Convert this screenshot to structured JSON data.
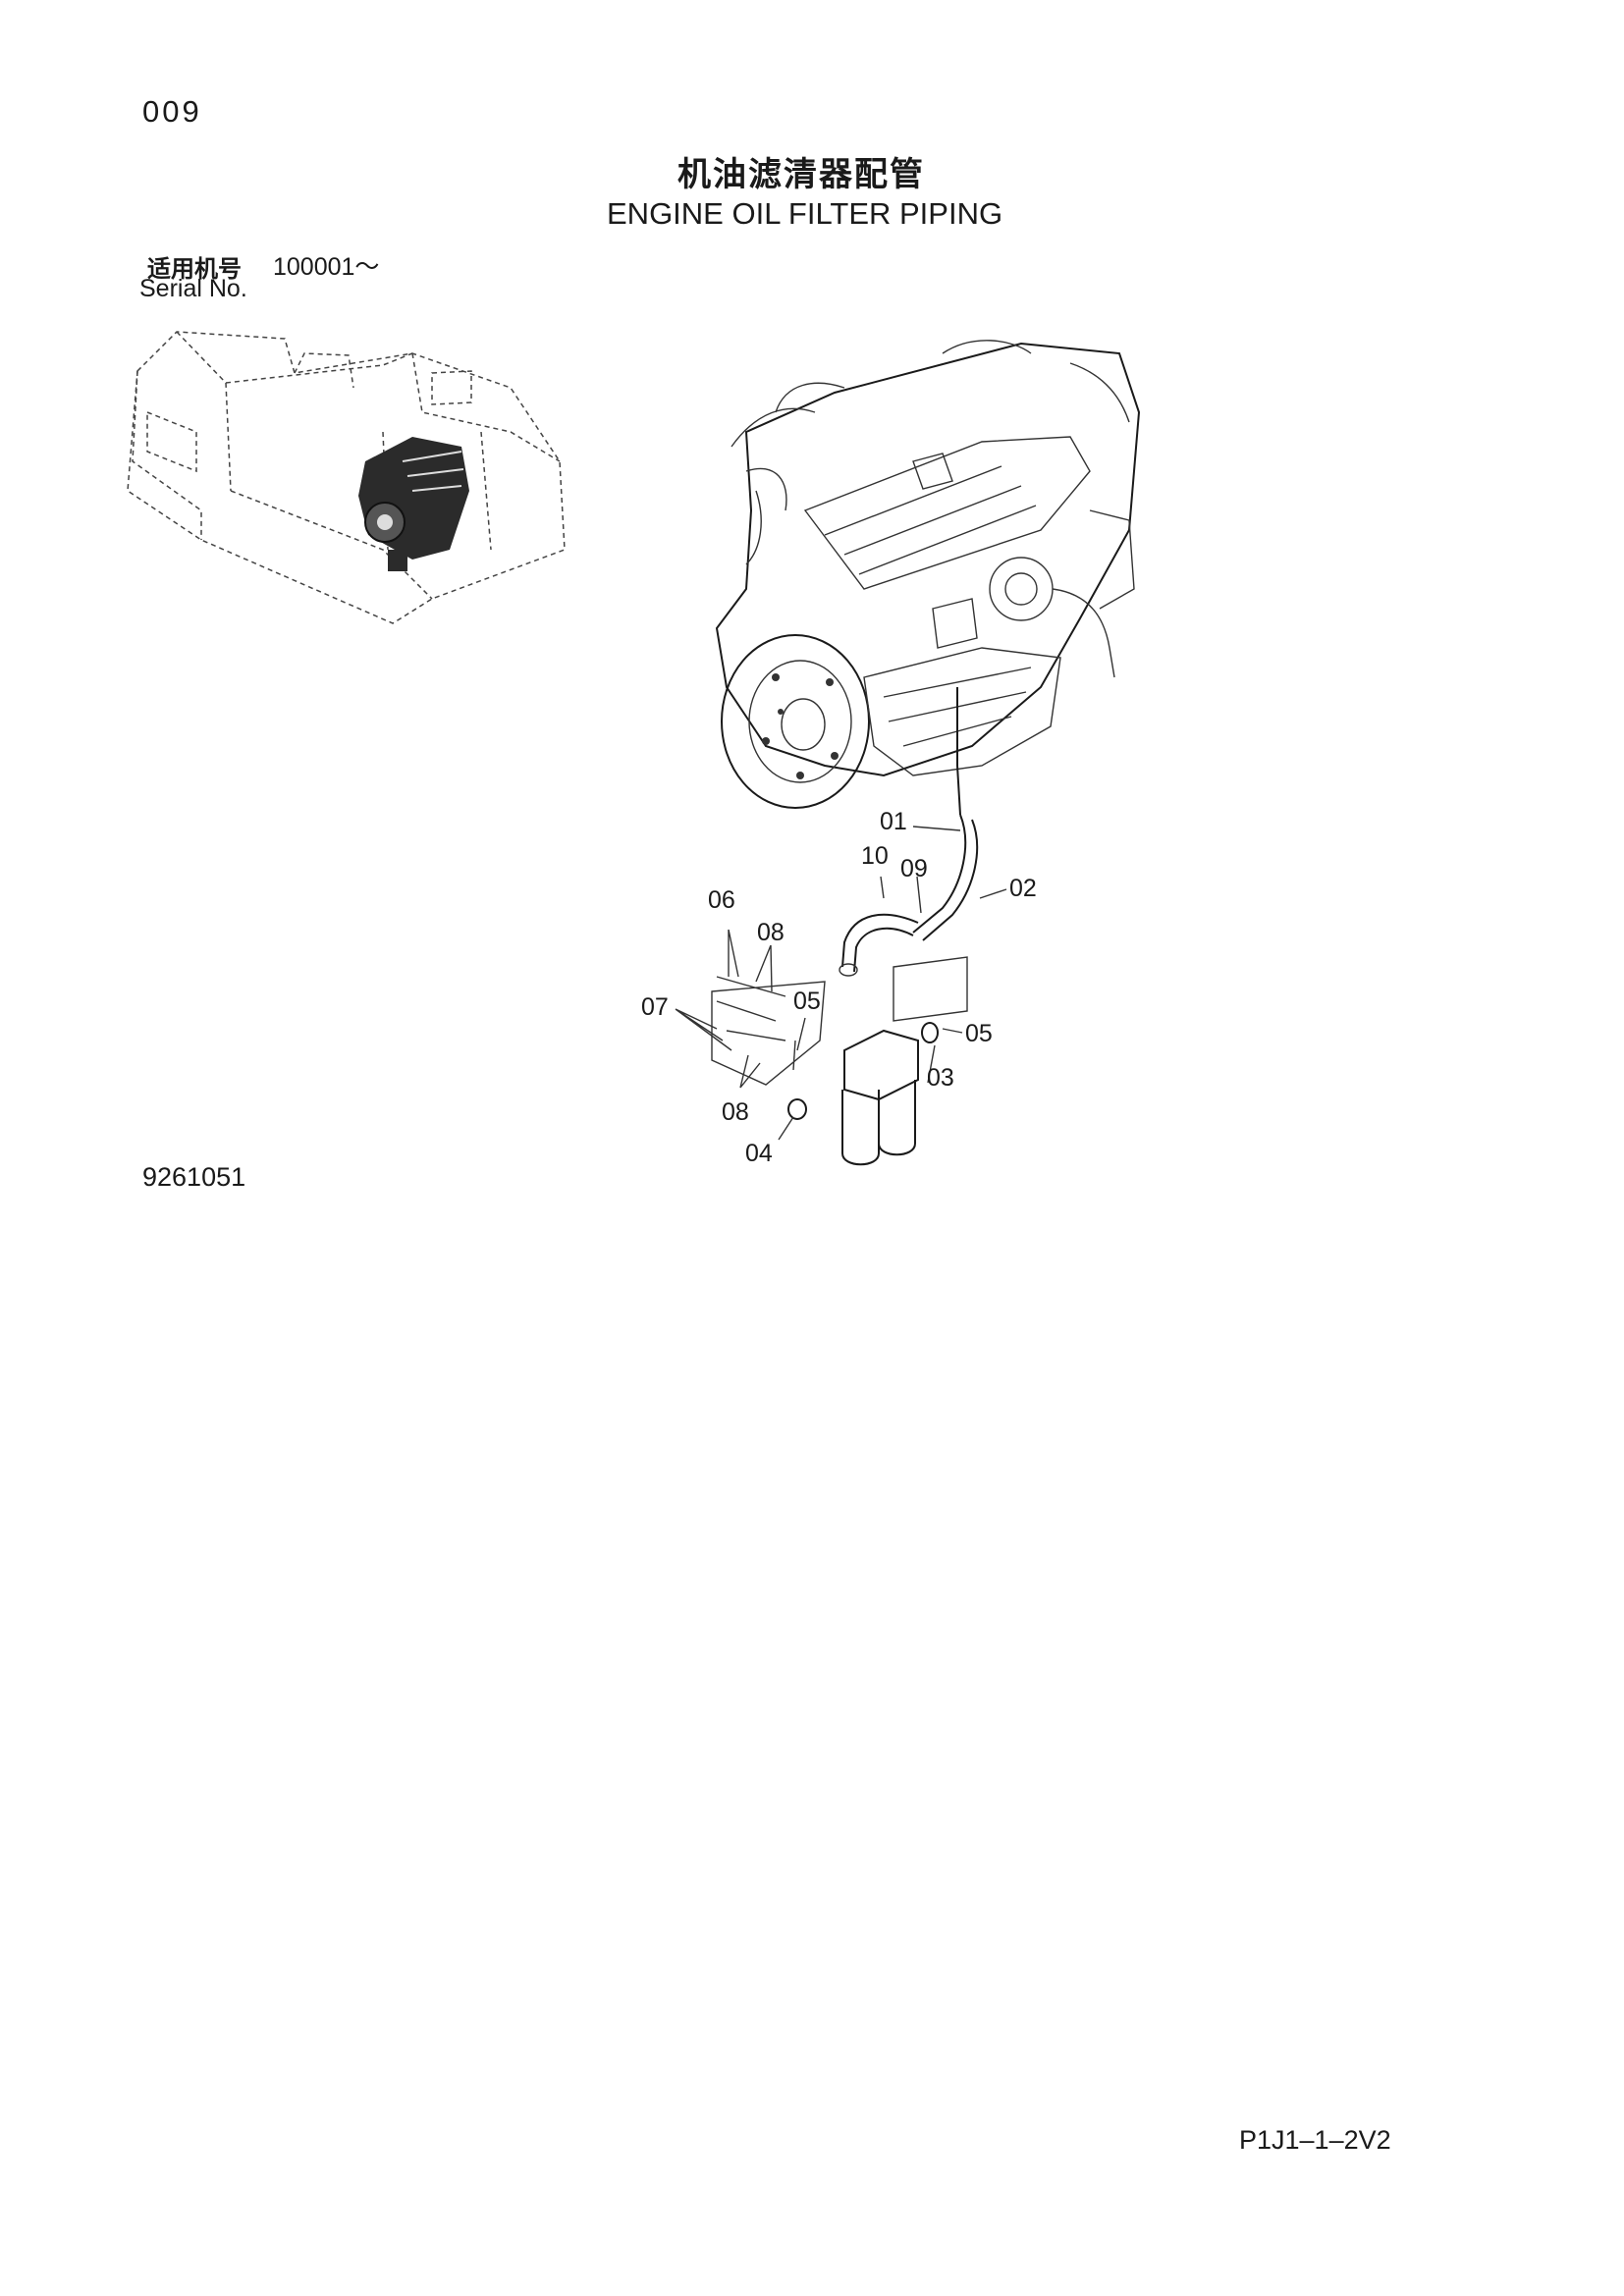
{
  "page": {
    "page_number": "009",
    "title_cn": "机油滤清器配管",
    "title_en": "ENGINE OIL FILTER PIPING",
    "serial_cn_label": "适用机号",
    "serial_range": "100001～",
    "serial_en_label": "Serial No.",
    "drawing_number": "9261051",
    "footer_code": "P1J1–1–2V2"
  },
  "callouts": {
    "c01": "01",
    "c02": "02",
    "c03": "03",
    "c04": "04",
    "c05a": "05",
    "c05b": "05",
    "c06": "06",
    "c07": "07",
    "c08a": "08",
    "c08b": "08",
    "c09": "09",
    "c10": "10"
  }
}
